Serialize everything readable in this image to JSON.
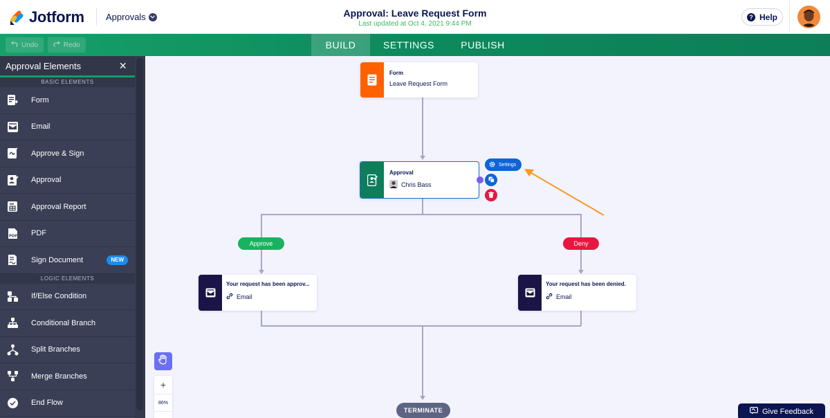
{
  "header": {
    "logo_text": "Jotform",
    "app_switch_label": "Approvals",
    "form_title": "Approval: Leave Request Form",
    "last_updated": "Last updated at Oct 4, 2021 9:44 PM",
    "help_label": "Help"
  },
  "toolbar": {
    "undo_label": "Undo",
    "redo_label": "Redo",
    "tabs": [
      {
        "label": "BUILD",
        "active": true
      },
      {
        "label": "SETTINGS",
        "active": false
      },
      {
        "label": "PUBLISH",
        "active": false
      }
    ]
  },
  "sidebar": {
    "title": "Approval Elements",
    "basic_section": "BASIC ELEMENTS",
    "logic_section": "LOGIC ELEMENTS",
    "basic_items": [
      {
        "label": "Form",
        "icon": "form-icon"
      },
      {
        "label": "Email",
        "icon": "email-icon"
      },
      {
        "label": "Approve & Sign",
        "icon": "approve-sign-icon"
      },
      {
        "label": "Approval",
        "icon": "approval-icon"
      },
      {
        "label": "Approval Report",
        "icon": "report-icon"
      },
      {
        "label": "PDF",
        "icon": "pdf-icon"
      },
      {
        "label": "Sign Document",
        "icon": "sign-document-icon",
        "badge": "NEW"
      }
    ],
    "logic_items": [
      {
        "label": "If/Else Condition",
        "icon": "if-else-icon"
      },
      {
        "label": "Conditional Branch",
        "icon": "conditional-branch-icon"
      },
      {
        "label": "Split Branches",
        "icon": "split-branches-icon"
      },
      {
        "label": "Merge Branches",
        "icon": "merge-branches-icon"
      },
      {
        "label": "End Flow",
        "icon": "end-flow-icon"
      }
    ]
  },
  "flow": {
    "form_node": {
      "type": "Form",
      "name": "Leave Request Form"
    },
    "approval_node": {
      "type": "Approval",
      "assignee": "Chris Bass"
    },
    "settings_label": "Settings",
    "approve_label": "Approve",
    "deny_label": "Deny",
    "approve_email": {
      "type": "Your request has been approv...",
      "name": "Email"
    },
    "deny_email": {
      "type": "Your request has been denied.",
      "name": "Email"
    },
    "terminate_label": "TERMINATE"
  },
  "zoom": {
    "level": "86%",
    "plus": "+",
    "minus": "−"
  },
  "feedback_label": "Give Feedback",
  "colors": {
    "brand_green": "#0f9f6a",
    "form_orange": "#ff6100",
    "approval_teal": "#0e7d5c",
    "email_navy": "#0a1551",
    "approve_green": "#18b35e",
    "deny_red": "#e8173f",
    "settings_blue": "#0e64d8"
  }
}
